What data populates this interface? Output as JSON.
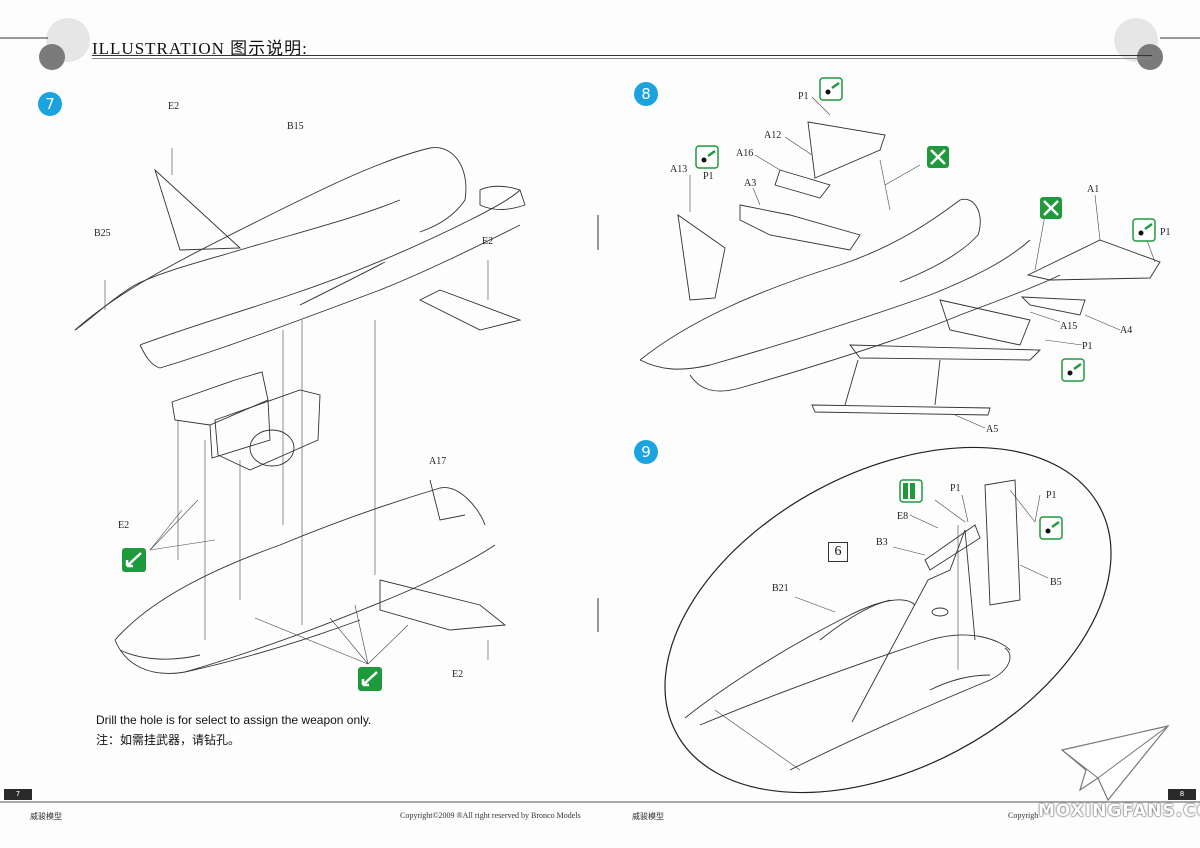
{
  "header": {
    "title": "ILLUSTRATION  图示说明:"
  },
  "step7": {
    "badge": "7",
    "callouts": [
      "E2",
      "B15",
      "B25",
      "E2",
      "A17",
      "E2",
      "E2"
    ],
    "note_en": "Drill the hole is for select to assign the weapon only.",
    "note_cn": "注：如需挂武器，请钻孔。"
  },
  "step8": {
    "badge": "8",
    "callouts": [
      "P1",
      "A12",
      "A16",
      "A13",
      "P1",
      "A3",
      "A1",
      "P1",
      "A15",
      "A4",
      "P1",
      "A5"
    ]
  },
  "step9": {
    "badge": "9",
    "boxed_ref": "6",
    "callouts": [
      "P1",
      "P1",
      "E8",
      "B3",
      "B21",
      "B5"
    ]
  },
  "footer": {
    "left_page": "7",
    "right_page": "8",
    "brand_left": "威骏模型",
    "copyright": "Copyright©2009  ®All right reserved by Bronco Models",
    "brand_right": "威骏模型",
    "copyright_cut": "Copyrigh"
  },
  "watermark": "MOXINGFANS.COM",
  "colors": {
    "step_badge": "#1aa3df",
    "icon_green": "#1e9a3c",
    "ink": "#222222"
  }
}
